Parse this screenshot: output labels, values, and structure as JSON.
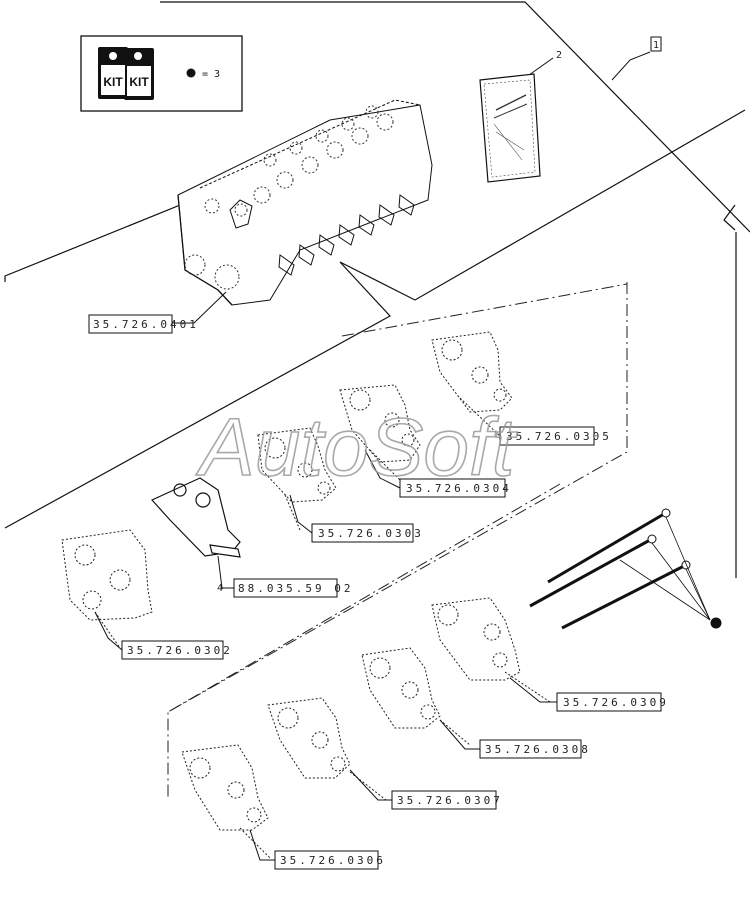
{
  "diagram": {
    "kit_legend": {
      "kit_label_left": "KIT",
      "kit_label_right": "KIT",
      "bullet_equals": "= 3"
    },
    "item_numbers": {
      "item_1": "1",
      "item_2": "2",
      "item_4": "4"
    },
    "part_refs": {
      "valve_block": "35.726.0401",
      "section_0305": "35.726.0305",
      "section_0304": "35.726.0304",
      "section_0303": "35.726.0303",
      "section_0302": "35.726.0302",
      "item4_ref": "88.035.59 02",
      "section_0309": "35.726.0309",
      "section_0308": "35.726.0308",
      "section_0307": "35.726.0307",
      "section_0306": "35.726.0306"
    },
    "watermark": "AutoSoft"
  }
}
